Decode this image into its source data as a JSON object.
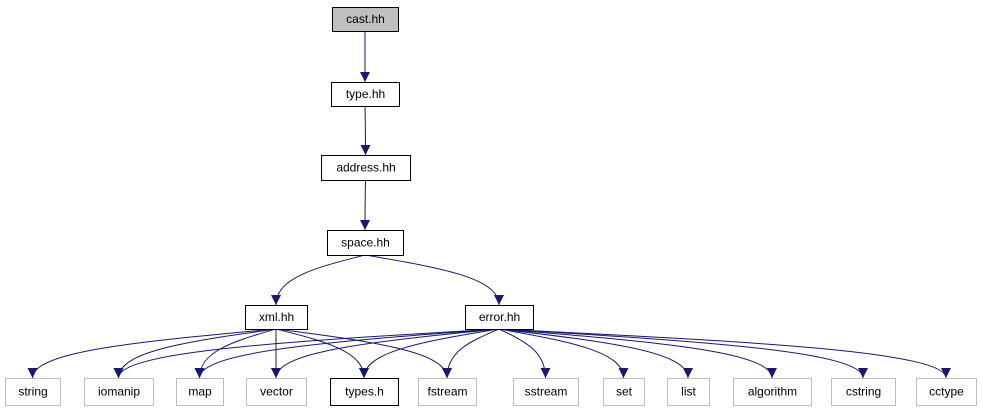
{
  "colors": {
    "edge": "#191970",
    "root_fill": "#bfbfbf",
    "node_border": "#000000",
    "external_border": "#bfbfbf",
    "text": "#000000"
  },
  "nodes": {
    "cast": "cast.hh",
    "type": "type.hh",
    "address": "address.hh",
    "space": "space.hh",
    "xml": "xml.hh",
    "error": "error.hh",
    "string": "string",
    "iomanip": "iomanip",
    "map": "map",
    "vector": "vector",
    "types": "types.h",
    "fstream": "fstream",
    "sstream": "sstream",
    "set": "set",
    "list": "list",
    "algorithm": "algorithm",
    "cstring": "cstring",
    "cctype": "cctype"
  },
  "edges": [
    [
      "cast",
      "type"
    ],
    [
      "type",
      "address"
    ],
    [
      "address",
      "space"
    ],
    [
      "space",
      "xml"
    ],
    [
      "space",
      "error"
    ],
    [
      "xml",
      "string"
    ],
    [
      "xml",
      "iomanip"
    ],
    [
      "xml",
      "map"
    ],
    [
      "xml",
      "vector"
    ],
    [
      "xml",
      "types"
    ],
    [
      "xml",
      "fstream"
    ],
    [
      "error",
      "iomanip"
    ],
    [
      "error",
      "map"
    ],
    [
      "error",
      "vector"
    ],
    [
      "error",
      "types"
    ],
    [
      "error",
      "fstream"
    ],
    [
      "error",
      "sstream"
    ],
    [
      "error",
      "set"
    ],
    [
      "error",
      "list"
    ],
    [
      "error",
      "algorithm"
    ],
    [
      "error",
      "cstring"
    ],
    [
      "error",
      "cctype"
    ]
  ]
}
